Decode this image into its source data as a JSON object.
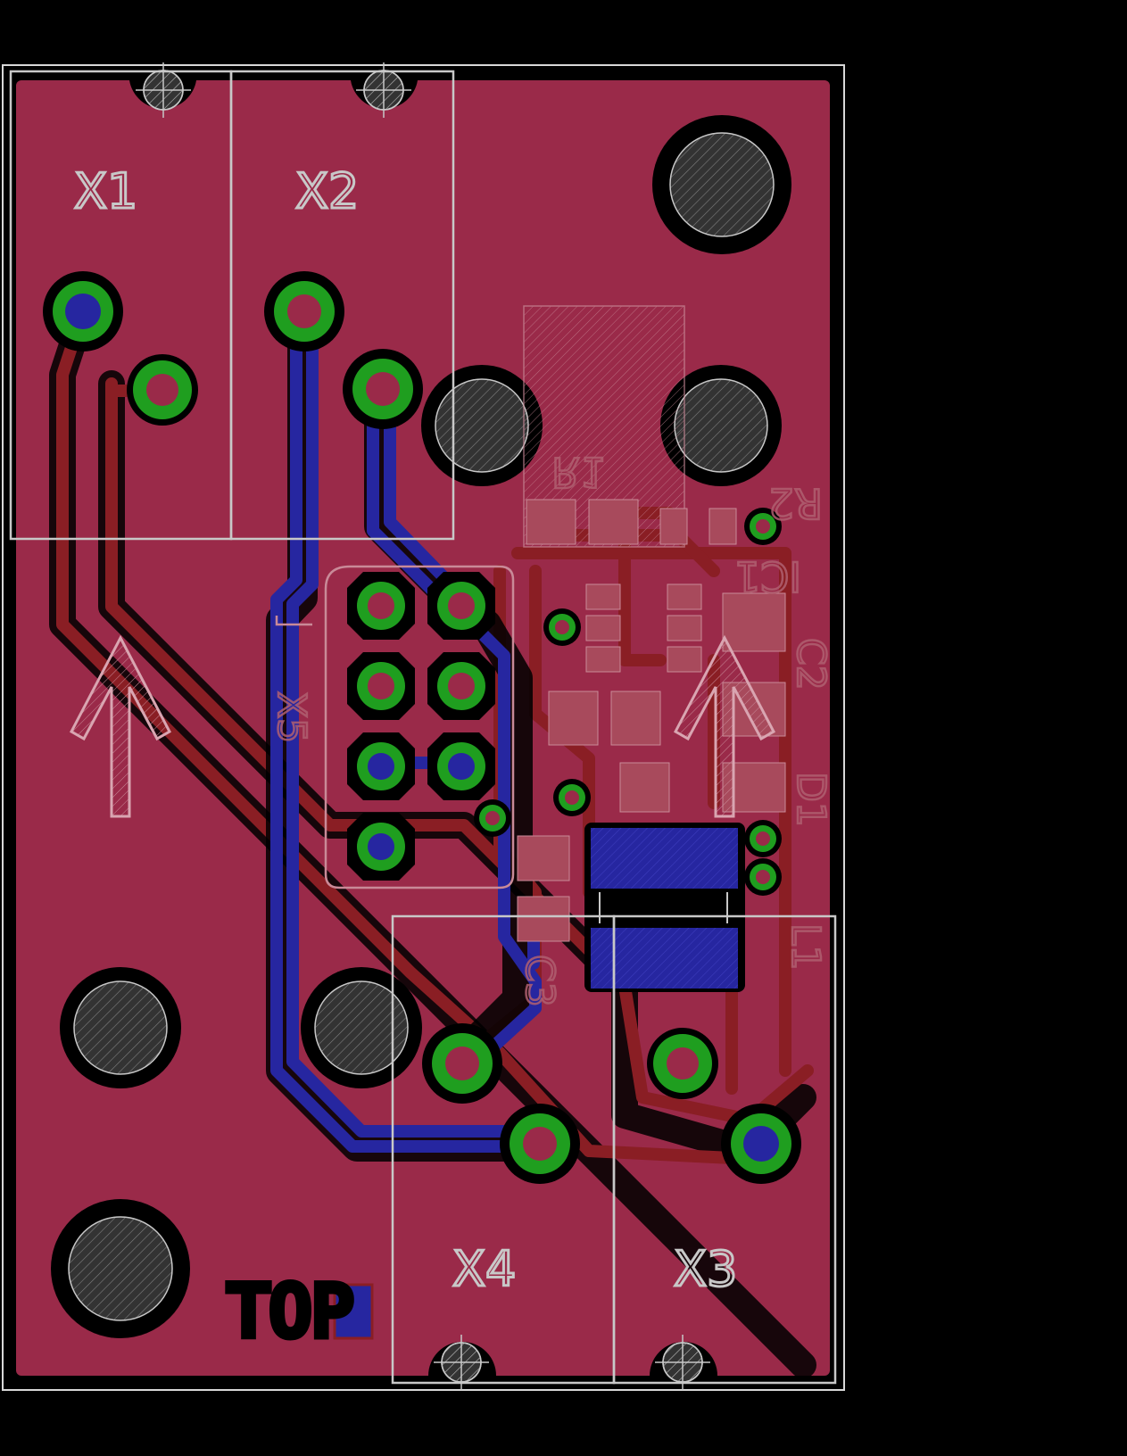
{
  "board": {
    "labels": {
      "x1": "X1",
      "x2": "X2",
      "x3": "X3",
      "x4": "X4",
      "x5": "X5",
      "r1": "R1",
      "r2": "R2",
      "ic1": "IC1",
      "c2": "C2",
      "c3": "C3",
      "d1": "D1",
      "l1": "L1",
      "top": "TOP"
    },
    "colors": {
      "background": "#000000",
      "copper_top": "#9a2a49",
      "copper_trace": "#8a1e24",
      "copper_bottom": "#2626a0",
      "pad": "#1f9e1f",
      "silkscreen": "#c8c8c8",
      "outline": "#d0d0d0"
    },
    "icons": [
      "mounting-hole-icon",
      "direction-arrow-icon",
      "through-hole-pad-icon",
      "via-icon"
    ]
  }
}
